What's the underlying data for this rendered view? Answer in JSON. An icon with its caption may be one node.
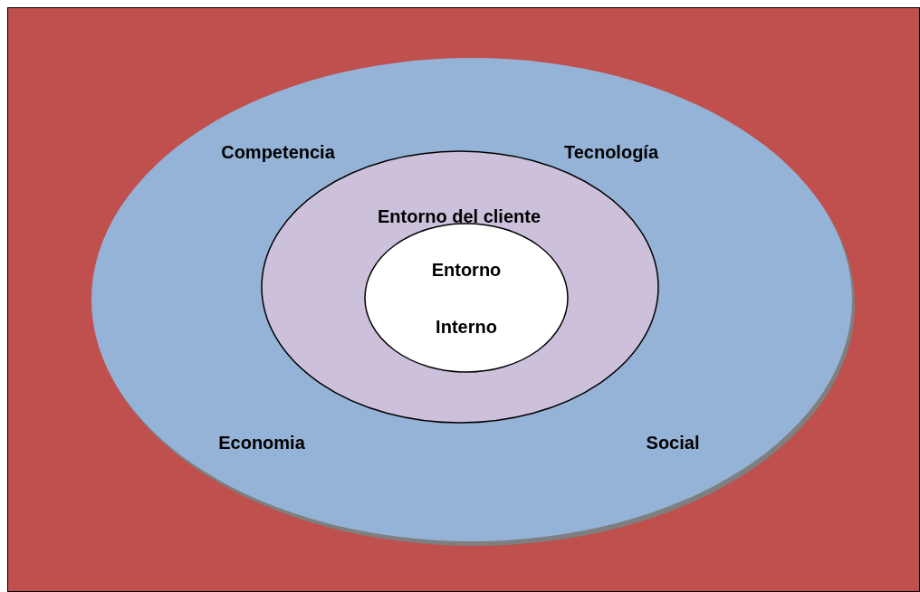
{
  "diagram": {
    "nodes": [
      {
        "text": [],
        "shape": "box"
      },
      {
        "text": [
          "Competencia",
          "Tecnología",
          "Economia",
          "Social"
        ],
        "in": 0
      },
      {
        "text": [
          "Entorno del cliente"
        ],
        "in": 1
      },
      {
        "text": [
          "Entorno Interno"
        ],
        "in": 2
      }
    ]
  }
}
